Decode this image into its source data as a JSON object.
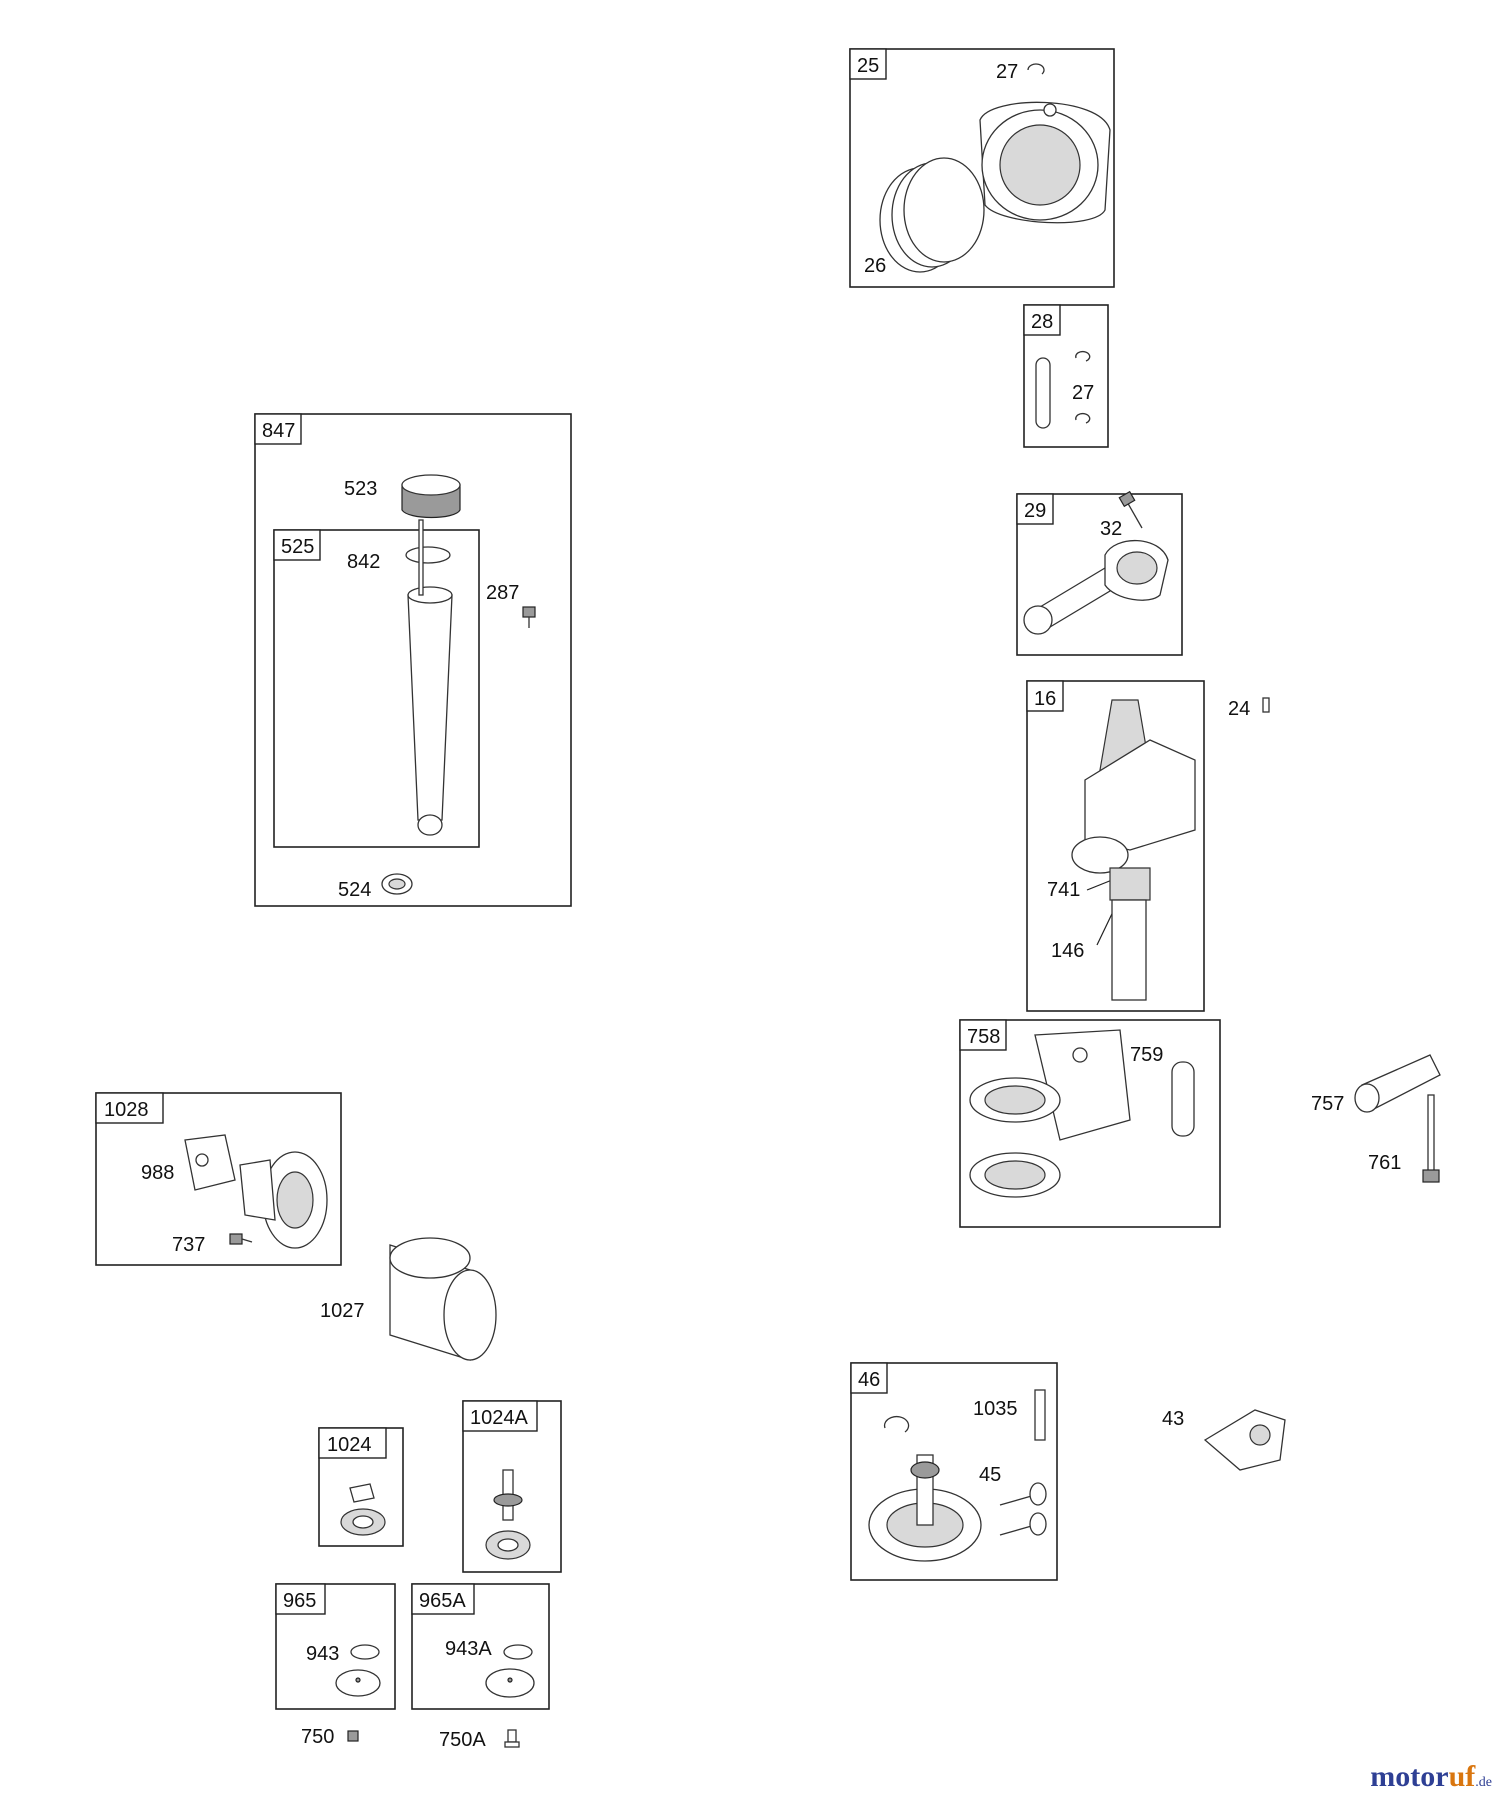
{
  "kits": {
    "k25": "25",
    "k28": "28",
    "k29": "29",
    "k16": "16",
    "k758": "758",
    "k46": "46",
    "k847": "847",
    "k525": "525",
    "k1028": "1028",
    "k1024": "1024",
    "k1024A": "1024A",
    "k965": "965",
    "k965A": "965A"
  },
  "parts": {
    "p27a": "27",
    "p26": "26",
    "p27b": "27",
    "p32": "32",
    "p24": "24",
    "p741": "741",
    "p146": "146",
    "p759": "759",
    "p757": "757",
    "p761": "761",
    "p1035": "1035",
    "p45": "45",
    "p43": "43",
    "p523": "523",
    "p842": "842",
    "p287": "287",
    "p524": "524",
    "p988": "988",
    "p737": "737",
    "p1027": "1027",
    "p943": "943",
    "p943A": "943A",
    "p750": "750",
    "p750A": "750A"
  },
  "watermark": {
    "brand_a": "motor",
    "brand_b": "uf",
    "suffix": ".de"
  }
}
